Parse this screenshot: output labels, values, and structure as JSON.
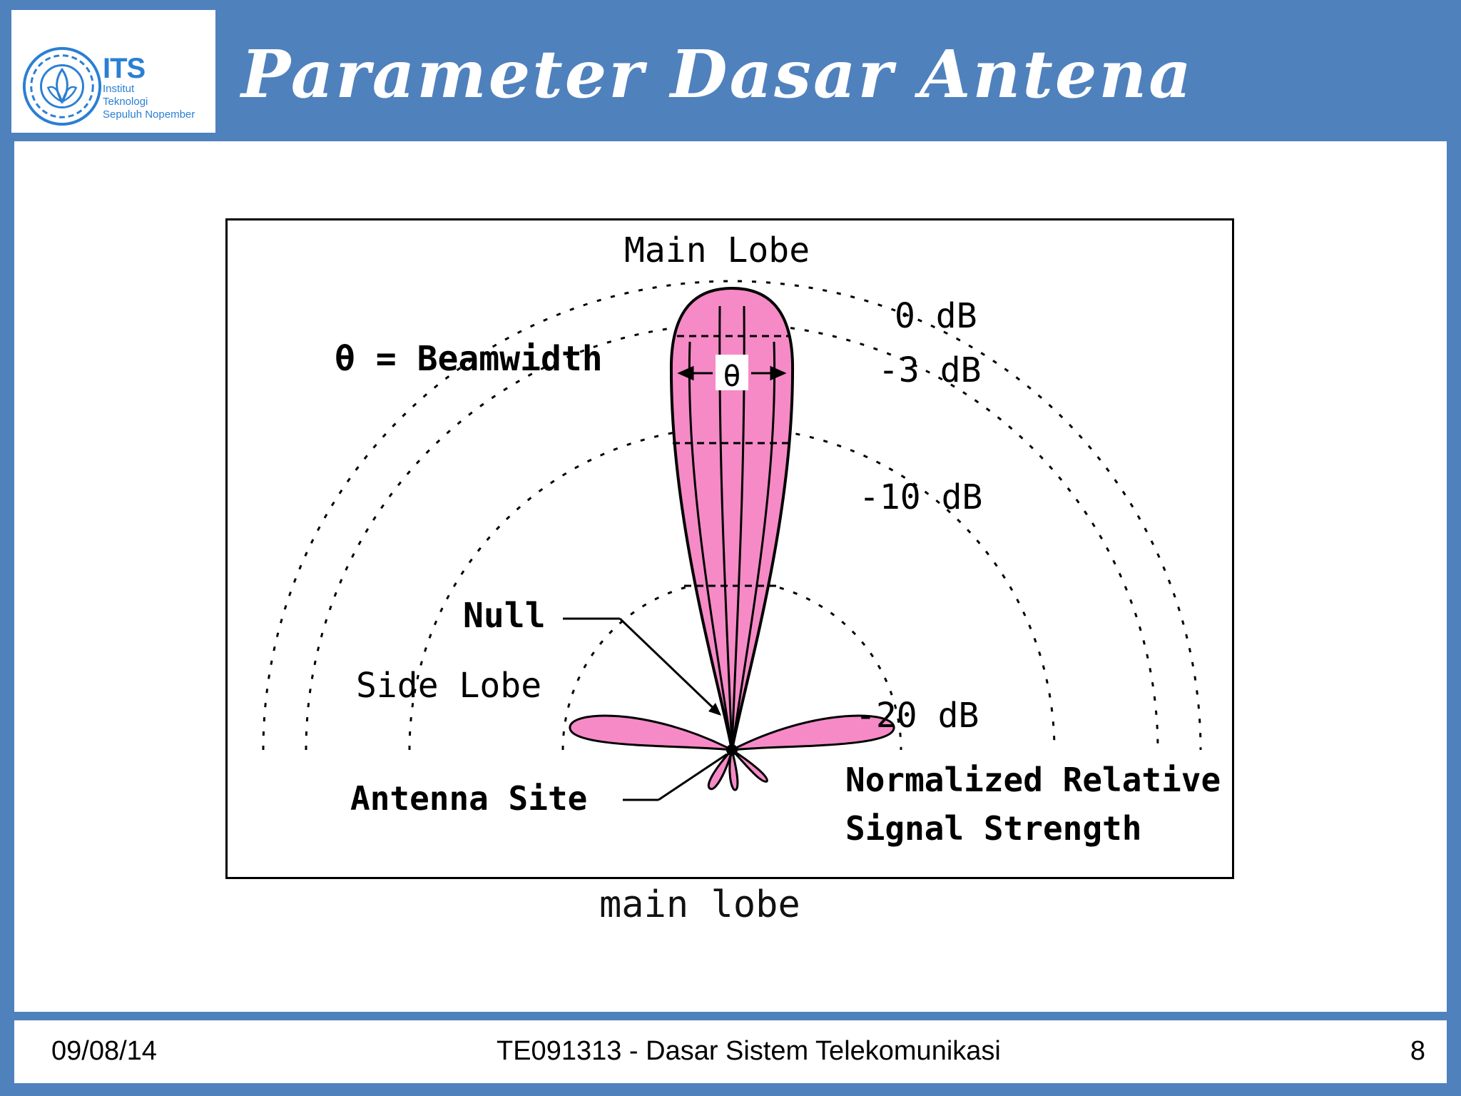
{
  "header": {
    "title": "Parameter Dasar Antena",
    "logo": {
      "abbr": "ITS",
      "line1": "Institut",
      "line2": "Teknologi",
      "line3": "Sepuluh Nopember"
    }
  },
  "diagram": {
    "main_lobe": "Main Lobe",
    "beamwidth": "θ = Beamwidth",
    "theta": "θ",
    "db_0": "0 dB",
    "db_3": "-3 dB",
    "db_10": "-10 dB",
    "db_20": "-20 dB",
    "null": "Null",
    "side_lobe": "Side Lobe",
    "antenna_site": "Antenna Site",
    "normalized_line1": "Normalized Relative",
    "normalized_line2": "Signal Strength",
    "lobe_color": "#f58ac7"
  },
  "caption": "main lobe",
  "footer": {
    "date": "09/08/14",
    "course": "TE091313 - Dasar Sistem Telekomunikasi",
    "page": "8"
  }
}
